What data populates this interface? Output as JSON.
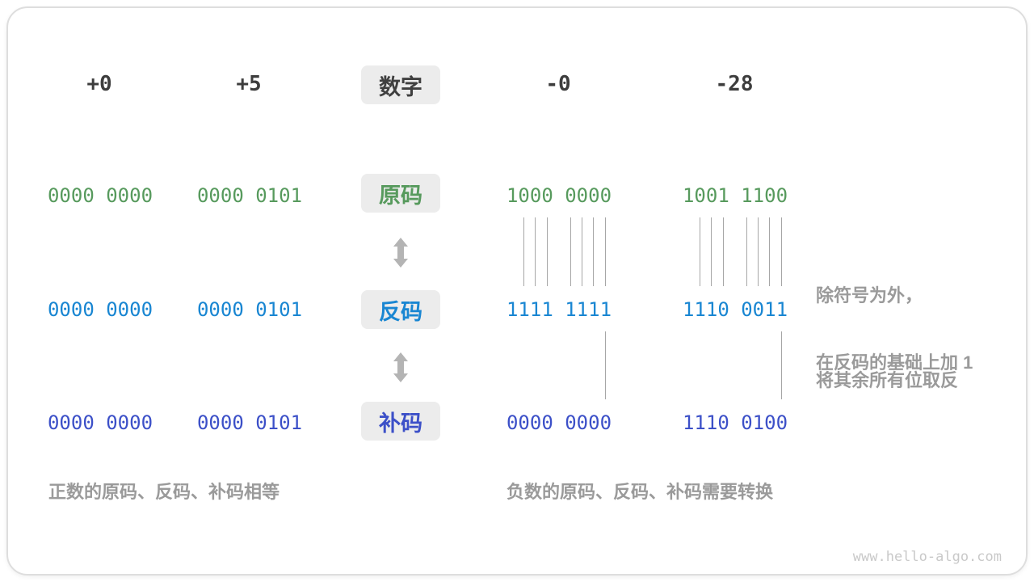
{
  "labels": {
    "header": "数字",
    "sign_magnitude": "原码",
    "ones_complement": "反码",
    "twos_complement": "补码"
  },
  "columns": [
    {
      "id": "pos-zero",
      "header": "+0",
      "sign_magnitude": "0000 0000",
      "ones_complement": "0000 0000",
      "twos_complement": "0000 0000",
      "negative": false
    },
    {
      "id": "pos-five",
      "header": "+5",
      "sign_magnitude": "0000 0101",
      "ones_complement": "0000 0101",
      "twos_complement": "0000 0101",
      "negative": false
    },
    {
      "id": "neg-zero",
      "header": "-0",
      "sign_magnitude": "1000 0000",
      "ones_complement": "1111 1111",
      "twos_complement": "0000 0000",
      "negative": true
    },
    {
      "id": "neg-28",
      "header": "-28",
      "sign_magnitude": "1001 1100",
      "ones_complement": "1110 0011",
      "twos_complement": "1110 0100",
      "negative": true
    }
  ],
  "annotations": {
    "invert_line1": "除符号为外，",
    "invert_line2": "将其余所有位取反",
    "add_one": "在反码的基础上加 1"
  },
  "captions": {
    "positive": "正数的原码、反码、补码相等",
    "negative": "负数的原码、反码、补码需要转换"
  },
  "watermark": "www.hello-algo.com",
  "colors": {
    "sign_magnitude": "#579a5d",
    "ones_complement": "#1986d2",
    "twos_complement": "#3c50c8",
    "header_text": "#3d3d3d",
    "gray_text": "#9a9a9a",
    "box_bg": "#ececec",
    "arrow": "#b4b4b4",
    "line": "#a6a6a6",
    "watermark": "#c9c9c9"
  }
}
